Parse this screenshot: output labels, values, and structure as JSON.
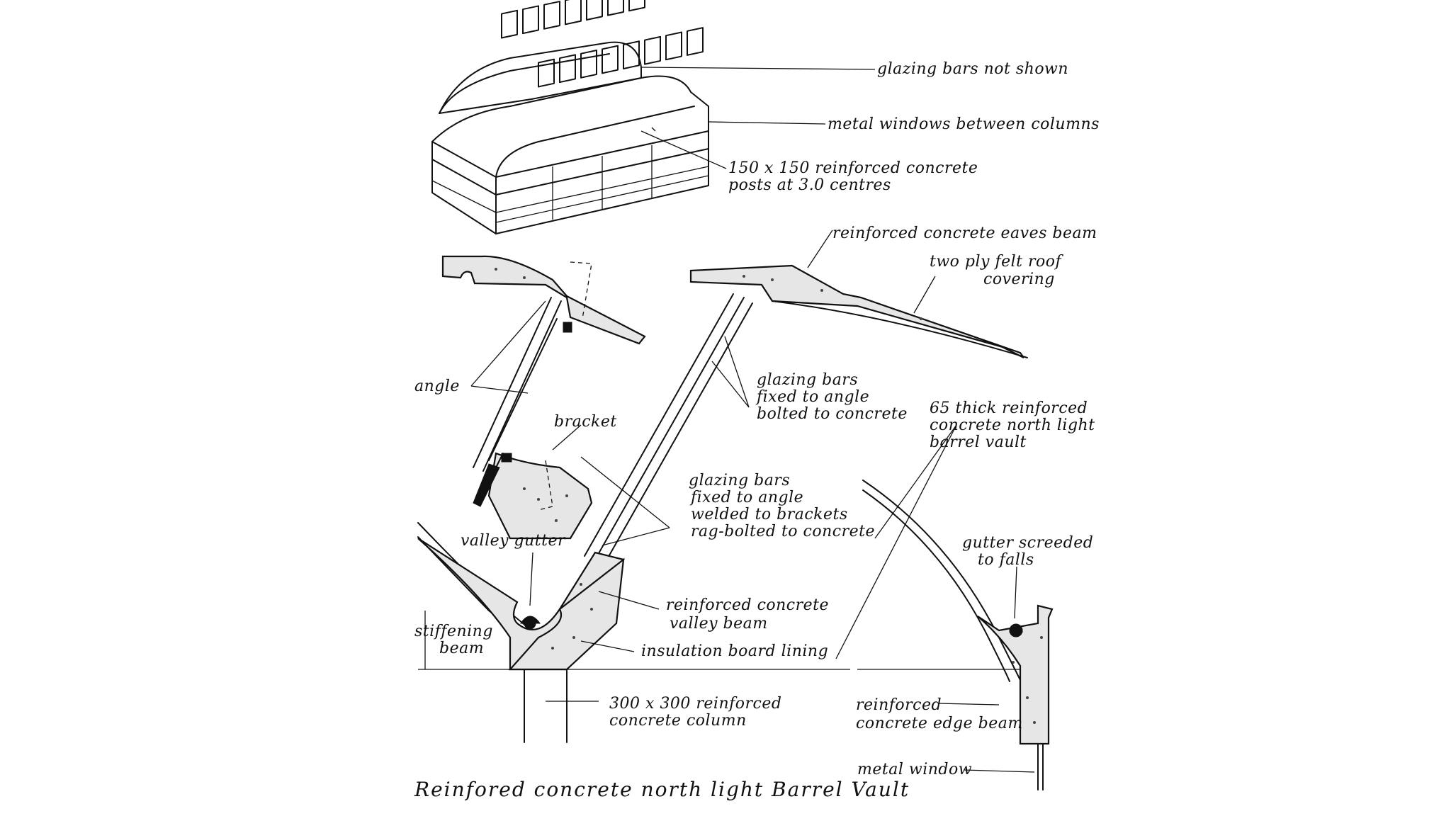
{
  "labels": {
    "glazing_bars_not_shown": "glazing bars not shown",
    "metal_windows_between_columns": "metal windows between columns",
    "posts_line1": "150 x 150 reinforced concrete",
    "posts_line2": "posts at 3.0 centres",
    "eaves_beam": "reinforced concrete eaves beam",
    "felt_line1": "two ply felt roof",
    "felt_line2": "covering",
    "angle": "angle",
    "bracket": "bracket",
    "gb_angle_line1": "glazing bars",
    "gb_angle_line2": "fixed to angle",
    "gb_angle_line3": "bolted to concrete",
    "vault_line1": "65 thick reinforced",
    "vault_line2": "concrete north light",
    "vault_line3": "barrel vault",
    "gb_brackets_line1": "glazing bars",
    "gb_brackets_line2": "fixed to angle",
    "gb_brackets_line3": "welded to brackets",
    "gb_brackets_line4": "rag-bolted to concrete",
    "valley_gutter": "valley gutter",
    "gutter_screeded_line1": "gutter screeded",
    "gutter_screeded_line2": "to falls",
    "valley_beam_line1": "reinforced concrete",
    "valley_beam_line2": "valley beam",
    "stiffening_line1": "stiffening",
    "stiffening_line2": "beam",
    "insulation": "insulation board lining",
    "column_line1": "300 x 300 reinforced",
    "column_line2": "concrete column",
    "edge_beam_line1": "reinforced",
    "edge_beam_line2": "concrete edge beam",
    "metal_window": "metal window"
  },
  "title": "Reinfored concrete north light Barrel Vault",
  "colors": {
    "ink": "#111111",
    "concrete": "#e6e6e6",
    "paper": "#ffffff"
  }
}
